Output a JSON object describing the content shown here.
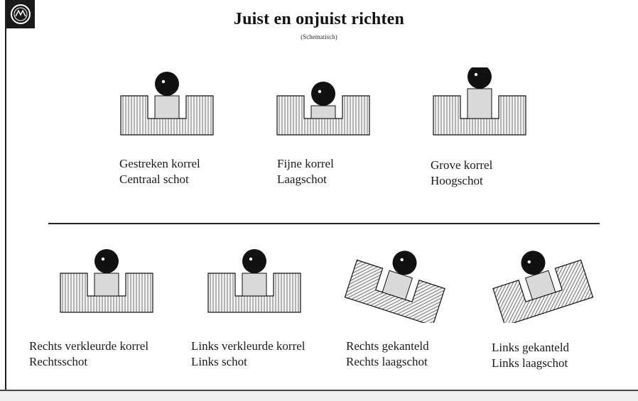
{
  "title": "Juist en onjuist richten",
  "subtitle": "(Schematisch)",
  "colors": {
    "ink": "#111111",
    "fill": "#d9d9d9",
    "hatch": "#555555",
    "bead_highlight": "#ffffff"
  },
  "top_row": [
    {
      "line1": "Gestreken korrel",
      "line2": "Centraal schot",
      "bead": "center",
      "post": "normal",
      "tilt": "none"
    },
    {
      "line1": "Fijne korrel",
      "line2": "Laagschot",
      "bead": "center",
      "post": "fine",
      "tilt": "none"
    },
    {
      "line1": "Grove korrel",
      "line2": "Hoogschot",
      "bead": "center",
      "post": "coarse",
      "tilt": "none"
    }
  ],
  "bottom_row": [
    {
      "line1": "Rechts verkleurde korrel",
      "line2": "Rechtsschot",
      "bead": "center",
      "post": "normal",
      "tilt": "none"
    },
    {
      "line1": "Links verkleurde korrel",
      "line2": "Links schot",
      "bead": "center",
      "post": "normal",
      "tilt": "none"
    },
    {
      "line1": "Rechts gekanteld",
      "line2": "Rechts laagschot",
      "bead": "center",
      "post": "normal",
      "tilt": "right"
    },
    {
      "line1": "Links gekanteld",
      "line2": "Links laagschot",
      "bead": "center",
      "post": "normal",
      "tilt": "left"
    }
  ]
}
